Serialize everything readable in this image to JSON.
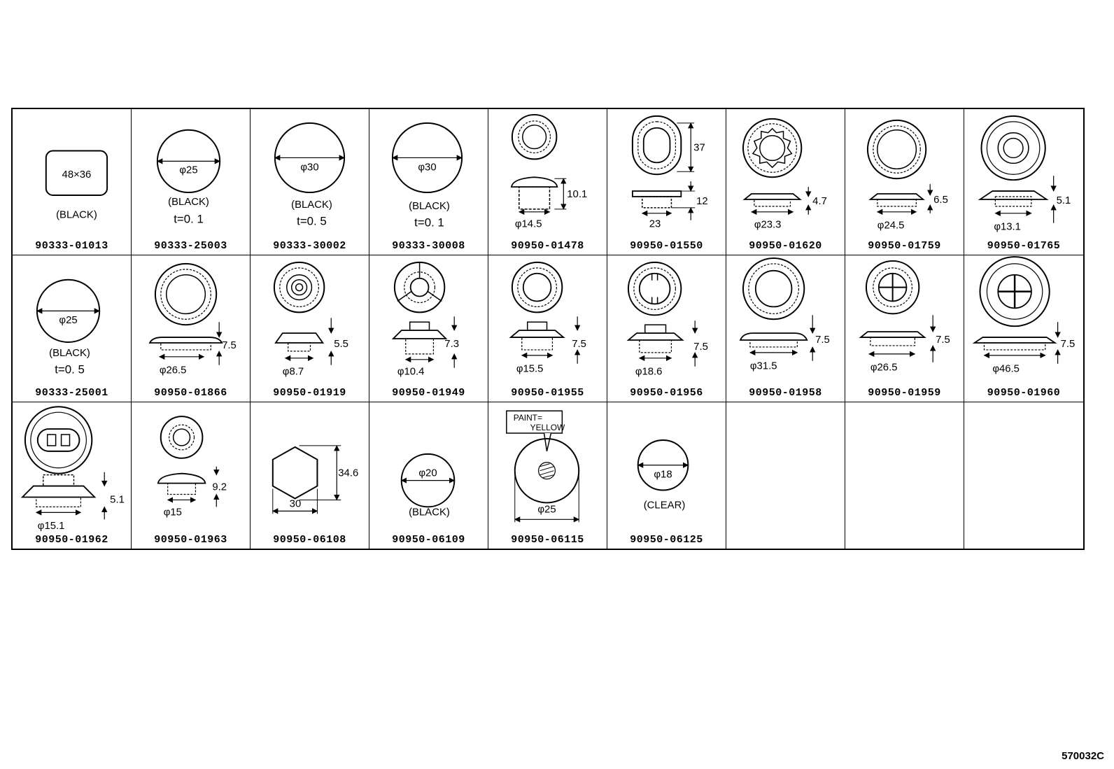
{
  "parts": [
    {
      "pn": "90333-01013",
      "labels": [
        "48×36",
        "(BLACK)"
      ]
    },
    {
      "pn": "90333-25003",
      "labels": [
        "φ25",
        "(BLACK)",
        "t=0. 1"
      ]
    },
    {
      "pn": "90333-30002",
      "labels": [
        "φ30",
        "(BLACK)",
        "t=0. 5"
      ]
    },
    {
      "pn": "90333-30008",
      "labels": [
        "φ30",
        "(BLACK)",
        "t=0. 1"
      ]
    },
    {
      "pn": "90950-01478",
      "labels": [
        "10.1",
        "φ14.5"
      ]
    },
    {
      "pn": "90950-01550",
      "labels": [
        "37",
        "12",
        "23"
      ]
    },
    {
      "pn": "90950-01620",
      "labels": [
        "4.7",
        "φ23.3"
      ]
    },
    {
      "pn": "90950-01759",
      "labels": [
        "6.5",
        "φ24.5"
      ]
    },
    {
      "pn": "90950-01765",
      "labels": [
        "5.1",
        "φ13.1"
      ]
    },
    {
      "pn": "90333-25001",
      "labels": [
        "φ25",
        "(BLACK)",
        "t=0. 5"
      ]
    },
    {
      "pn": "90950-01866",
      "labels": [
        "7.5",
        "φ26.5"
      ]
    },
    {
      "pn": "90950-01919",
      "labels": [
        "5.5",
        "φ8.7"
      ]
    },
    {
      "pn": "90950-01949",
      "labels": [
        "7.3",
        "φ10.4"
      ]
    },
    {
      "pn": "90950-01955",
      "labels": [
        "7.5",
        "φ15.5"
      ]
    },
    {
      "pn": "90950-01956",
      "labels": [
        "7.5",
        "φ18.6"
      ]
    },
    {
      "pn": "90950-01958",
      "labels": [
        "7.5",
        "φ31.5"
      ]
    },
    {
      "pn": "90950-01959",
      "labels": [
        "7.5",
        "φ26.5"
      ]
    },
    {
      "pn": "90950-01960",
      "labels": [
        "7.5",
        "φ46.5"
      ]
    },
    {
      "pn": "90950-01962",
      "labels": [
        "5.1",
        "φ15.1"
      ]
    },
    {
      "pn": "90950-01963",
      "labels": [
        "9.2",
        "φ15"
      ]
    },
    {
      "pn": "90950-06108",
      "labels": [
        "34.6",
        "30"
      ]
    },
    {
      "pn": "90950-06109",
      "labels": [
        "φ20",
        "(BLACK)"
      ]
    },
    {
      "pn": "90950-06115",
      "labels": [
        "PAINT=",
        "YELLOW",
        "φ25"
      ]
    },
    {
      "pn": "90950-06125",
      "labels": [
        "φ18",
        "(CLEAR)"
      ]
    }
  ],
  "reference": "570032C"
}
